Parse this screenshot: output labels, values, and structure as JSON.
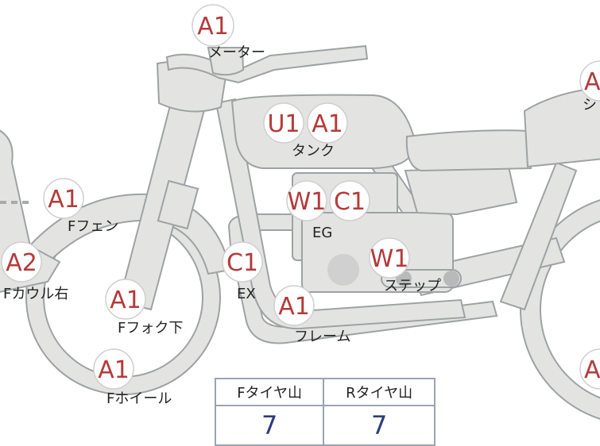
{
  "badges": {
    "meter": "A1",
    "tank_u": "U1",
    "tank_a": "A1",
    "seat": "A",
    "f_fender": "A1",
    "eg_w": "W1",
    "eg_c": "C1",
    "f_cowl": "A2",
    "step": "W1",
    "ex": "C1",
    "f_fork": "A1",
    "frame": "A1",
    "f_wheel": "A1",
    "rear": "A"
  },
  "labels": {
    "meter": "メーター",
    "seat": "シ",
    "tank": "タンク",
    "f_fender": "Fフェン",
    "eg": "EG",
    "f_cowl": "Fカウル右",
    "step": "ステップ",
    "ex": "EX",
    "f_fork": "Fフォク下",
    "frame": "フレーム",
    "f_wheel": "Fホイール"
  },
  "tire_table": {
    "headers": [
      "Fタイヤ山",
      "Rタイヤ山"
    ],
    "values": [
      "7",
      "7"
    ]
  }
}
